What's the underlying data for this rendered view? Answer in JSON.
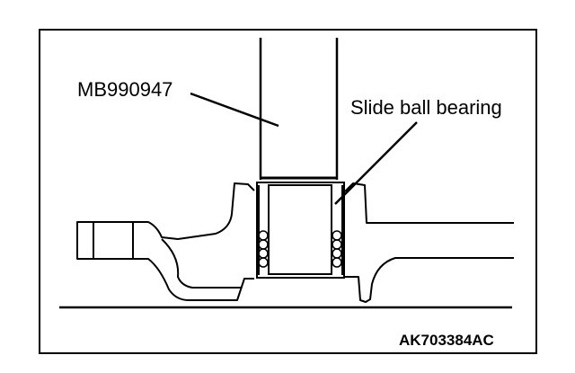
{
  "labels": {
    "tool": "MB990947",
    "bearing": "Slide ball bearing"
  },
  "figure_code": "AK703384AC",
  "colors": {
    "line": "#000000",
    "background": "#ffffff"
  }
}
